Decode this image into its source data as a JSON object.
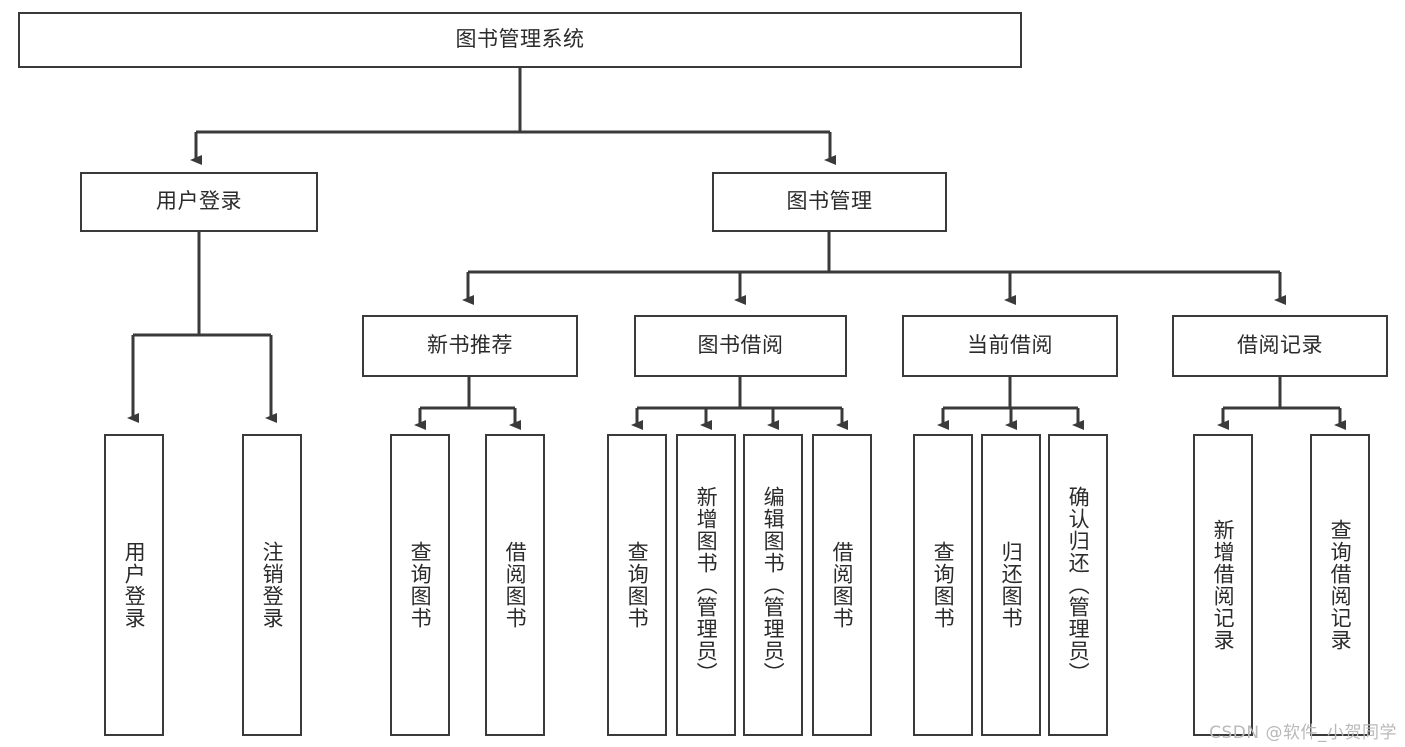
{
  "diagram": {
    "title": "图书管理系统",
    "type": "hierarchy-tree",
    "levels": 4,
    "root": {
      "label": "图书管理系统"
    },
    "level2": [
      {
        "label": "用户登录"
      },
      {
        "label": "图书管理"
      }
    ],
    "level3": [
      {
        "label": "新书推荐",
        "parent": "图书管理"
      },
      {
        "label": "图书借阅",
        "parent": "图书管理"
      },
      {
        "label": "当前借阅",
        "parent": "图书管理"
      },
      {
        "label": "借阅记录",
        "parent": "图书管理"
      }
    ],
    "leaves": {
      "user_login": [
        {
          "label": "用户登录"
        },
        {
          "label": "注销登录"
        }
      ],
      "new_book_recommend": [
        {
          "label": "查询图书"
        },
        {
          "label": "借阅图书"
        }
      ],
      "book_borrow": [
        {
          "label": "查询图书"
        },
        {
          "label": "新增图书（管理员）"
        },
        {
          "label": "编辑图书（管理员）"
        },
        {
          "label": "借阅图书"
        }
      ],
      "current_borrow": [
        {
          "label": "查询图书"
        },
        {
          "label": "归还图书"
        },
        {
          "label": "确认归还（管理员）"
        }
      ],
      "borrow_record": [
        {
          "label": "新增借阅记录"
        },
        {
          "label": "查询借阅记录"
        }
      ]
    }
  },
  "watermark": "CSDN @软件_小贺同学",
  "colors": {
    "stroke": "#3a3a3a",
    "text": "#2b2b2b",
    "background": "#ffffff",
    "watermark": "#b9b9b9"
  }
}
